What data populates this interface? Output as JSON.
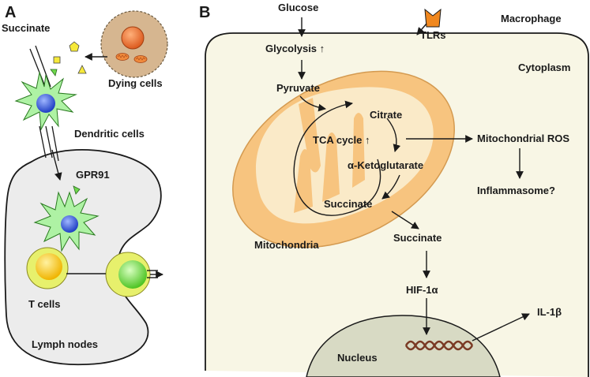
{
  "panel_a": {
    "letter": "A",
    "succinate": "Succinate",
    "dying_cells": "Dying cells",
    "dendritic_cells": "Dendritic cells",
    "gpr91": "GPR91",
    "t_cells": "T cells",
    "lymph_nodes": "Lymph nodes"
  },
  "panel_b": {
    "letter": "B",
    "glucose": "Glucose",
    "glycolysis": "Glycolysis ↑",
    "pyruvate": "Pyruvate",
    "tlrs": "TLRs",
    "macrophage": "Macrophage",
    "cytoplasm": "Cytoplasm",
    "citrate": "Citrate",
    "tca_cycle": "TCA cycle ↑",
    "alpha_kg": "α-Ketoglutarate",
    "succinate_mito": "Succinate",
    "mitochondria": "Mitochondria",
    "mito_ros": "Mitochondrial ROS",
    "inflammasome": "Inflammasome?",
    "succinate_cyto": "Succinate",
    "hif": "HIF-1α",
    "il1b": "IL-1β",
    "nucleus": "Nucleus"
  },
  "colors": {
    "cell_fill": "#f8f6e5",
    "mito_outer": "#f7c47f",
    "mito_inner": "#faeac8",
    "nucleus_fill": "#d8dac4",
    "dendritic": "#aef2a4",
    "dendritic_core": "#2f55d6",
    "tcell_outer": "#e7f06c",
    "tcell_core": "#f5c20a",
    "tcell_green": "#7fe04c",
    "lymph_fill": "#ececec",
    "tlr": "#f0871e",
    "dna": "#7a3a24",
    "dying_outer": "#d6b690",
    "dying_core": "#e36b2d"
  }
}
